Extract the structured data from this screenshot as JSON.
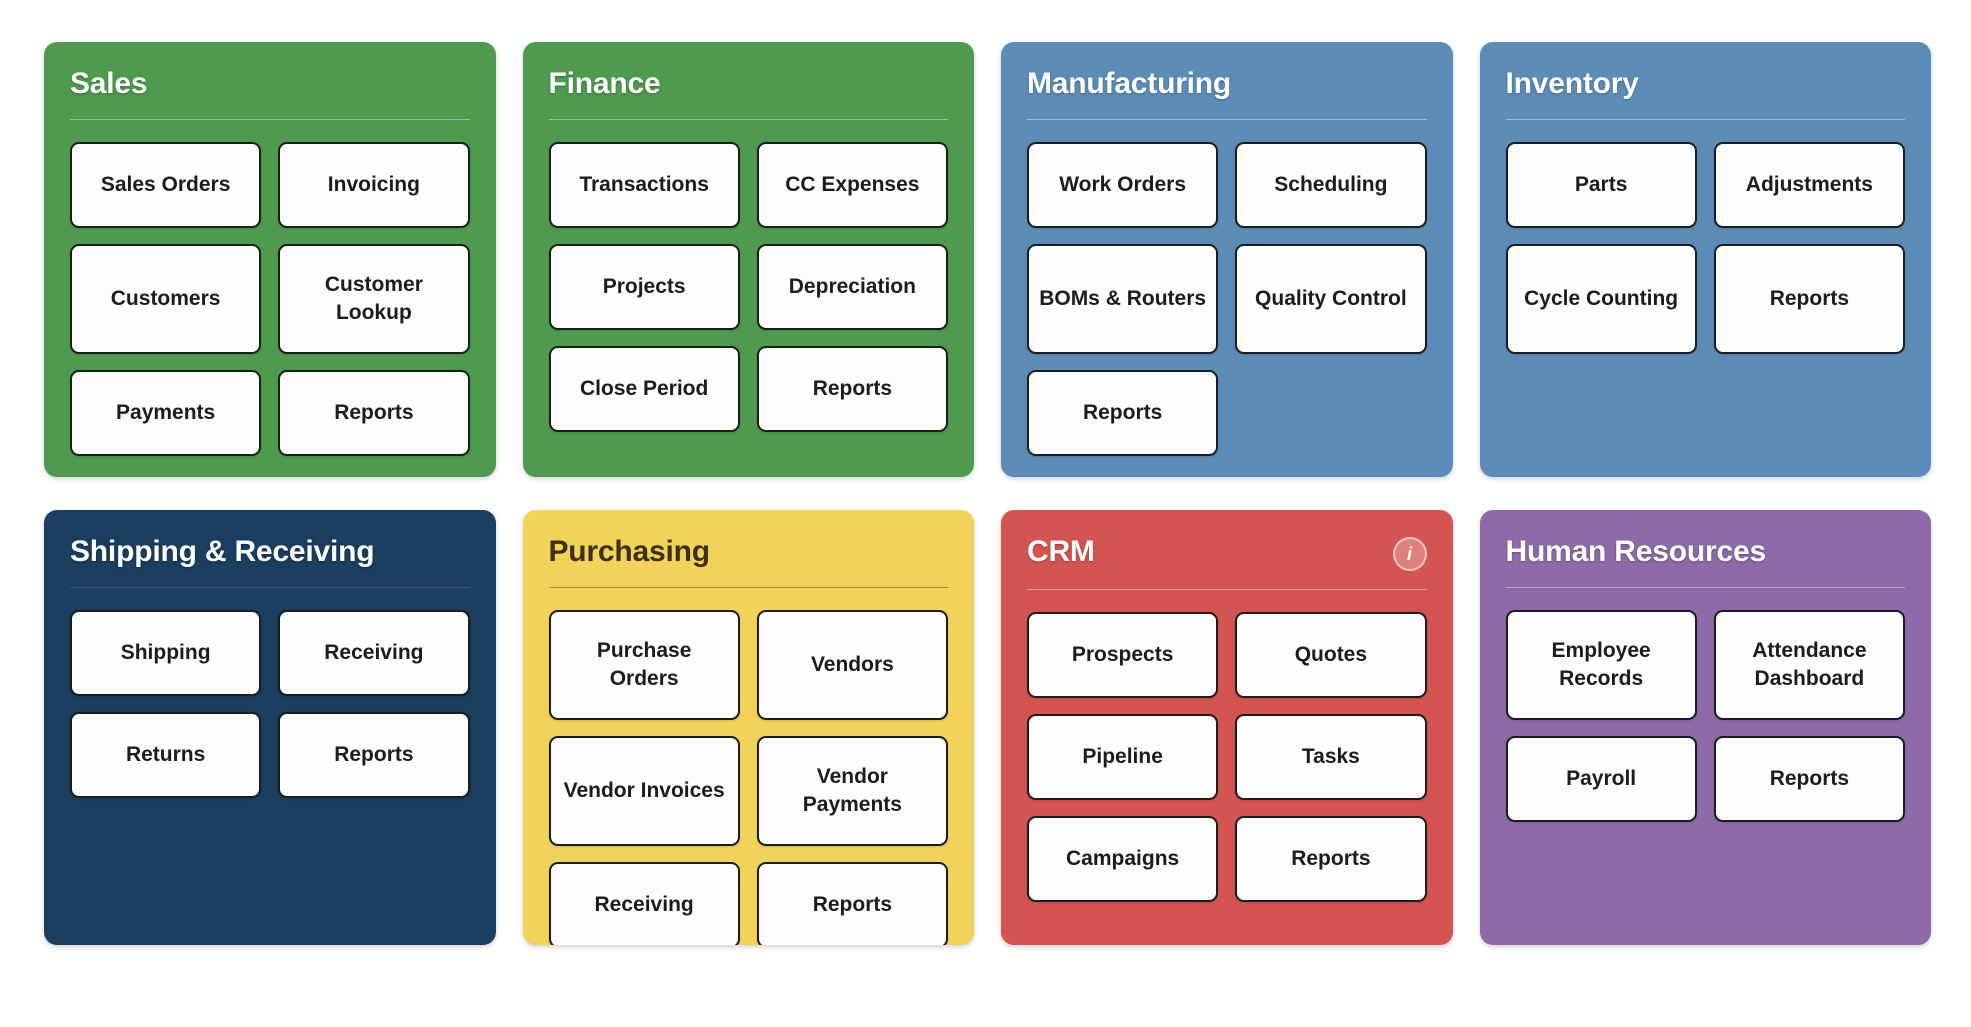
{
  "page": {
    "background": "#ffffff",
    "layout": "4-column by 2-row module launcher grid"
  },
  "panels": [
    {
      "id": "sales",
      "title": "Sales",
      "color": "#4e9a4e",
      "title_color": "#ffffff",
      "divider": true,
      "badge": null,
      "tiles": [
        {
          "label": "Sales Orders",
          "tall": false
        },
        {
          "label": "Invoicing",
          "tall": false
        },
        {
          "label": "Customers",
          "tall": true
        },
        {
          "label": "Customer Lookup",
          "tall": true
        },
        {
          "label": "Payments",
          "tall": false
        },
        {
          "label": "Reports",
          "tall": false
        }
      ]
    },
    {
      "id": "finance",
      "title": "Finance",
      "color": "#4e9a4e",
      "title_color": "#ffffff",
      "divider": true,
      "badge": null,
      "tiles": [
        {
          "label": "Transactions",
          "tall": false
        },
        {
          "label": "CC Expenses",
          "tall": false
        },
        {
          "label": "Projects",
          "tall": false
        },
        {
          "label": "Depreciation",
          "tall": false
        },
        {
          "label": "Close Period",
          "tall": false
        },
        {
          "label": "Reports",
          "tall": false
        }
      ]
    },
    {
      "id": "manufacturing",
      "title": "Manufacturing",
      "color": "#5b8db8",
      "title_color": "#ffffff",
      "divider": true,
      "badge": null,
      "tiles": [
        {
          "label": "Work Orders",
          "tall": false
        },
        {
          "label": "Scheduling",
          "tall": false
        },
        {
          "label": "BOMs & Routers",
          "tall": true
        },
        {
          "label": "Quality Control",
          "tall": true
        },
        {
          "label": "Reports",
          "tall": false
        }
      ]
    },
    {
      "id": "inventory",
      "title": "Inventory",
      "color": "#5b8db8",
      "title_color": "#ffffff",
      "divider": true,
      "badge": null,
      "tiles": [
        {
          "label": "Parts",
          "tall": false
        },
        {
          "label": "Adjustments",
          "tall": false
        },
        {
          "label": "Cycle Counting",
          "tall": true
        },
        {
          "label": "Reports",
          "tall": true
        }
      ]
    },
    {
      "id": "shipping-receiving",
      "title": "Shipping & Receiving",
      "color": "#1b3d5e",
      "title_color": "#ffffff",
      "divider": true,
      "badge": null,
      "tiles": [
        {
          "label": "Shipping",
          "tall": false
        },
        {
          "label": "Receiving",
          "tall": false
        },
        {
          "label": "Returns",
          "tall": false
        },
        {
          "label": "Reports",
          "tall": false
        }
      ]
    },
    {
      "id": "purchasing",
      "title": "Purchasing",
      "color": "#f2d35c",
      "title_color": "#3c3118",
      "divider": true,
      "badge": null,
      "tiles": [
        {
          "label": "Purchase Orders",
          "tall": true
        },
        {
          "label": "Vendors",
          "tall": true
        },
        {
          "label": "Vendor Invoices",
          "tall": true
        },
        {
          "label": "Vendor Payments",
          "tall": true
        },
        {
          "label": "Receiving",
          "tall": false
        },
        {
          "label": "Reports",
          "tall": false
        }
      ]
    },
    {
      "id": "crm",
      "title": "CRM",
      "color": "#d35450",
      "title_color": "#ffffff",
      "divider": true,
      "badge": {
        "icon": "info-icon",
        "glyph": "i"
      },
      "tiles": [
        {
          "label": "Prospects",
          "tall": false
        },
        {
          "label": "Quotes",
          "tall": false
        },
        {
          "label": "Pipeline",
          "tall": false
        },
        {
          "label": "Tasks",
          "tall": false
        },
        {
          "label": "Campaigns",
          "tall": false
        },
        {
          "label": "Reports",
          "tall": false
        }
      ]
    },
    {
      "id": "human-resources",
      "title": "Human Resources",
      "color": "#8e6aa8",
      "title_color": "#ffffff",
      "divider": true,
      "badge": null,
      "tiles": [
        {
          "label": "Employee Records",
          "tall": true
        },
        {
          "label": "Attendance Dashboard",
          "tall": true
        },
        {
          "label": "Payroll",
          "tall": false
        },
        {
          "label": "Reports",
          "tall": false
        }
      ]
    }
  ]
}
